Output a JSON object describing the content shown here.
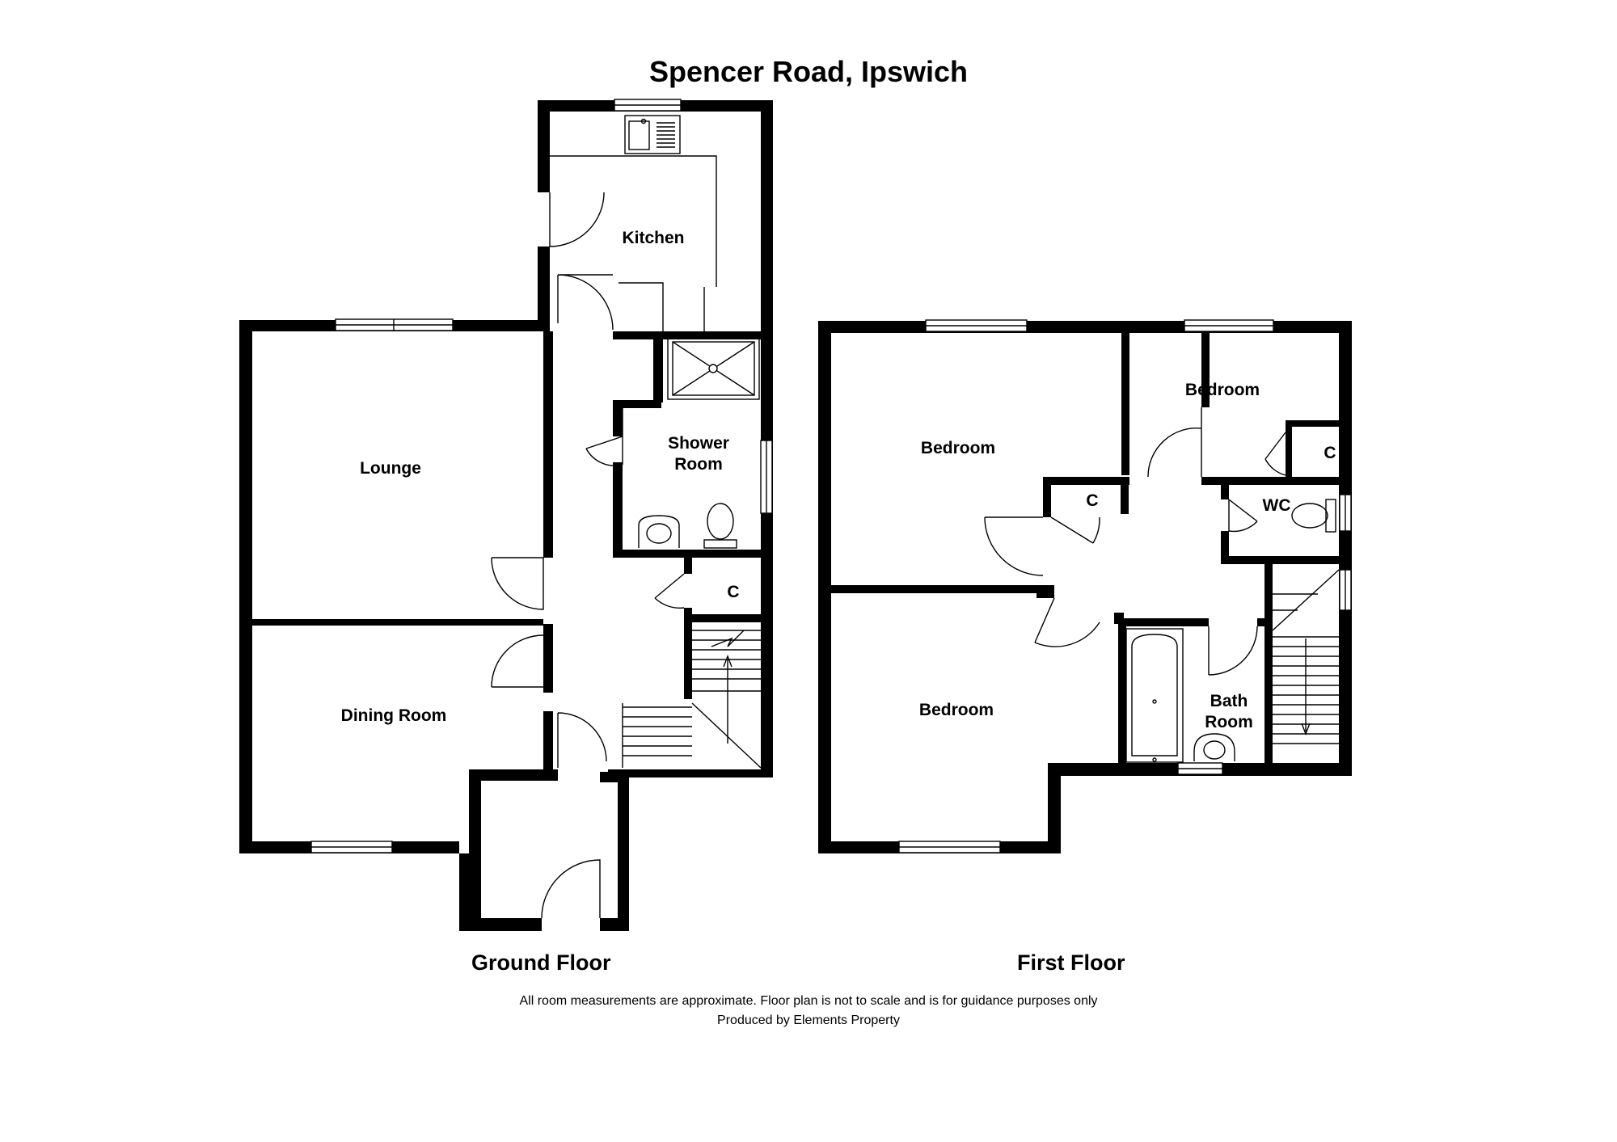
{
  "title": "Spencer Road, Ipswich",
  "floors": [
    {
      "label": "Ground Floor",
      "rooms": [
        {
          "id": "kitchen",
          "label": "Kitchen"
        },
        {
          "id": "lounge",
          "label": "Lounge"
        },
        {
          "id": "dining",
          "label": "Dining Room"
        },
        {
          "id": "shower",
          "label": "Shower\nRoom"
        },
        {
          "id": "cupboard",
          "label": "C"
        }
      ]
    },
    {
      "label": "First Floor",
      "rooms": [
        {
          "id": "bedroom1",
          "label": "Bedroom"
        },
        {
          "id": "bedroom2",
          "label": "Bedroom"
        },
        {
          "id": "bedroom3",
          "label": "Bedroom"
        },
        {
          "id": "cupboard1",
          "label": "C"
        },
        {
          "id": "cupboard2",
          "label": "C"
        },
        {
          "id": "wc",
          "label": "WC"
        },
        {
          "id": "bathroom",
          "label": "Bath\nRoom"
        }
      ]
    }
  ],
  "footer": {
    "disclaimer": "All room measurements are approximate. Floor plan is not to scale and is for guidance purposes only",
    "credit": "Produced by Elements Property"
  }
}
